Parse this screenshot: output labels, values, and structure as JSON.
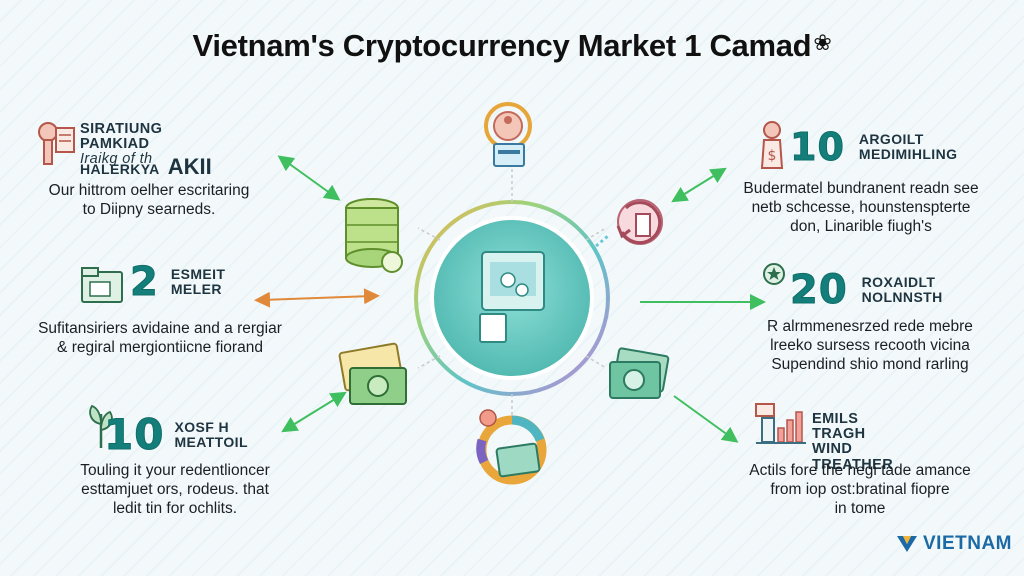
{
  "title": "Vietnam's Cryptocurrency Market 1 Camad",
  "title_flourish": "❀",
  "logo": {
    "text": "VIETNAM"
  },
  "colors": {
    "teal": "#62c8c0",
    "arrow_green": "#3fbf5f",
    "arrow_orange": "#e0893a",
    "number": "#147e7a",
    "logo_blue": "#1b6aa5"
  },
  "cards": {
    "top_left": {
      "heading": [
        "SIRATIUNG PAMKIAD",
        "Iraikg of th",
        "HALERKYA"
      ],
      "highlight": "AKII",
      "body": [
        "Our hittrom oelher escritaring",
        "to Diipny searneds."
      ],
      "icon": "document-stamp-icon"
    },
    "mid_left": {
      "number": "2",
      "heading": [
        "ESMEIT",
        "MELER"
      ],
      "body": [
        "Sufitansiriers avidaine and a rergiar",
        "& regiral mergiontiicne fiorand"
      ],
      "icon": "folder-icon"
    },
    "bottom_left": {
      "number": "10",
      "heading": [
        "XOSF H",
        "MEATTOIL"
      ],
      "body": [
        "Touling it your redentlioncer",
        "esttamjuet ors, rodeus. that",
        "ledit tin for ochlits."
      ],
      "icon": "plant-icon"
    },
    "top_right": {
      "number": "10",
      "prefix": "$",
      "heading": [
        "ARGOILT",
        "MEDIMIHLING"
      ],
      "body": [
        "Budermatel bundranent readn see",
        "netb schcesse, hounstenspterte",
        "don, Linarible fiugh's"
      ],
      "icon": "coin-bag-icon"
    },
    "mid_right": {
      "number": "20",
      "heading": [
        "ROXAIDLT",
        "NOLNNSTH"
      ],
      "body": [
        "R alrmmenesrzed rede mebre",
        "lreeko sursess recooth vicina",
        "Supendind shio mond rarling"
      ],
      "icon": "star-badge-icon"
    },
    "bottom_right": {
      "heading": [
        "EMILS tragh",
        "WIND TREATHER"
      ],
      "body": [
        "Actils fore the negi tade amance",
        "from iop ost:bratinal fiopre",
        "in tome"
      ],
      "icon": "bar-chart-icon"
    }
  }
}
